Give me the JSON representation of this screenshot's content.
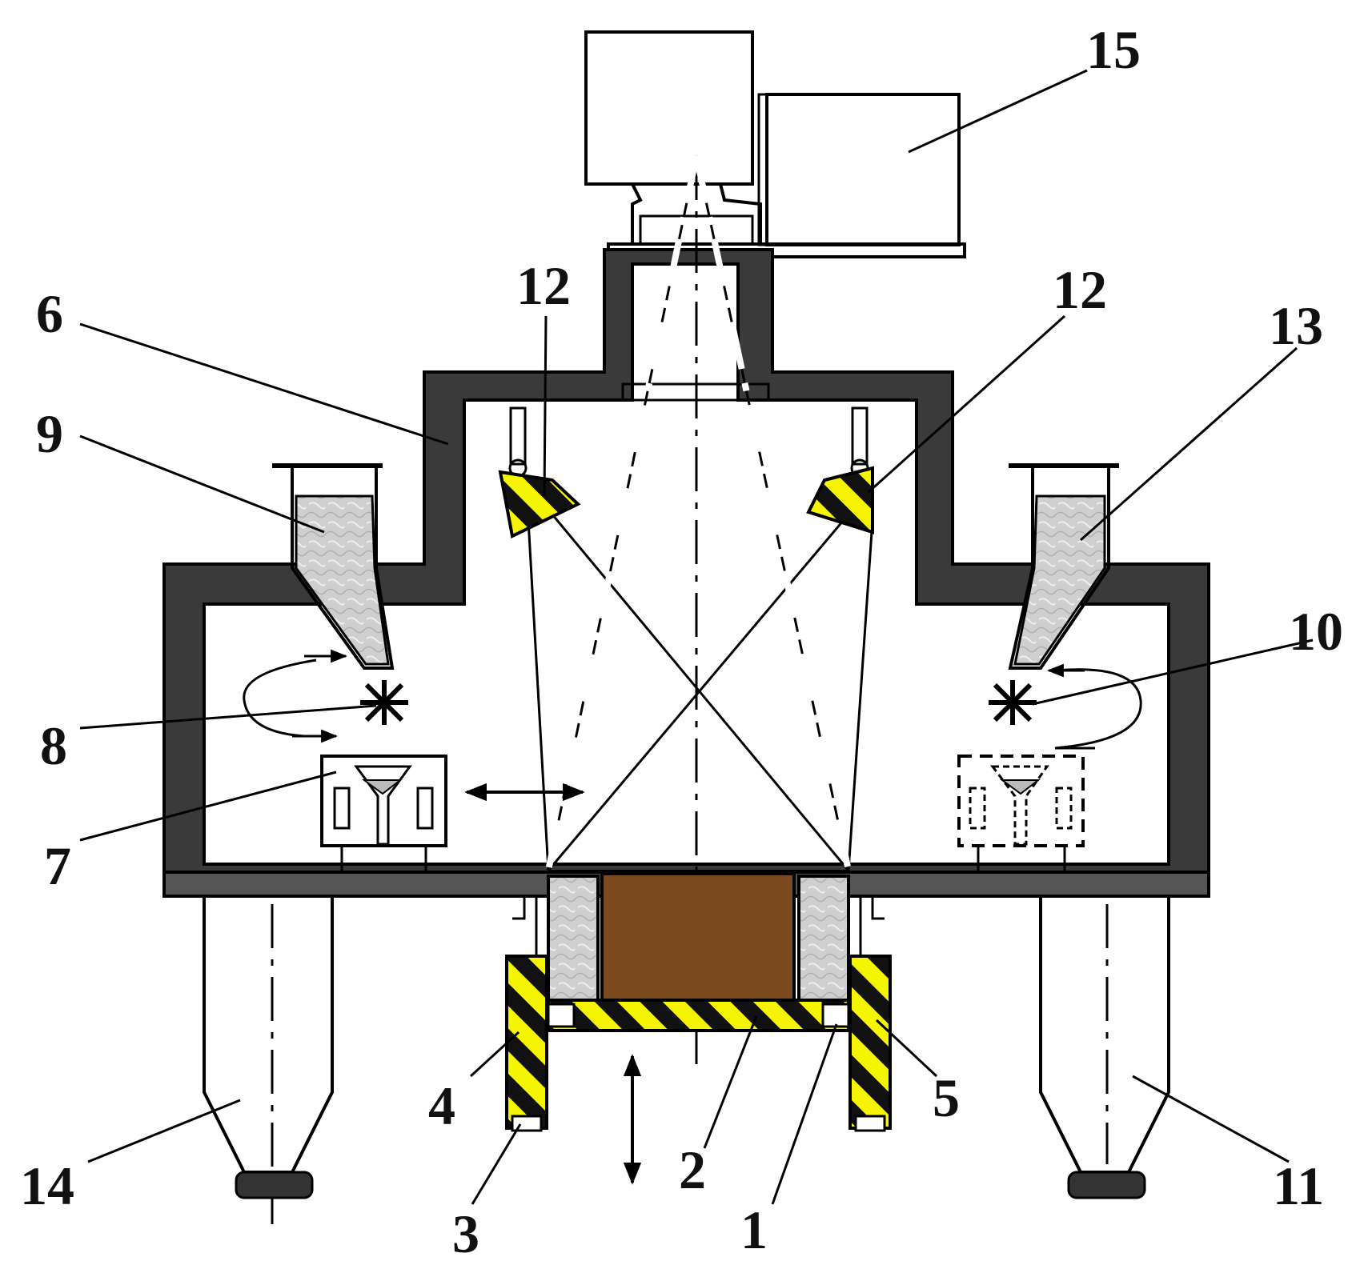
{
  "colors": {
    "wall": "#3a3a3a",
    "hazard_yellow": "#f5f500",
    "hazard_black": "#111111",
    "powder_grey": "#cfcfcf",
    "part_brown": "#7a4a1e",
    "outline": "#000000",
    "background": "#ffffff"
  },
  "callouts": {
    "c1": "1",
    "c2": "2",
    "c3": "3",
    "c4": "4",
    "c5": "5",
    "c6": "6",
    "c7": "7",
    "c8": "8",
    "c9": "9",
    "c10": "10",
    "c11": "11",
    "c12a": "12",
    "c12b": "12",
    "c13": "13",
    "c14": "14",
    "c15": "15"
  },
  "icons": [
    "double-arrow-horizontal-icon",
    "double-arrow-vertical-icon",
    "rotation-arrow-icon",
    "roller-star-icon"
  ]
}
